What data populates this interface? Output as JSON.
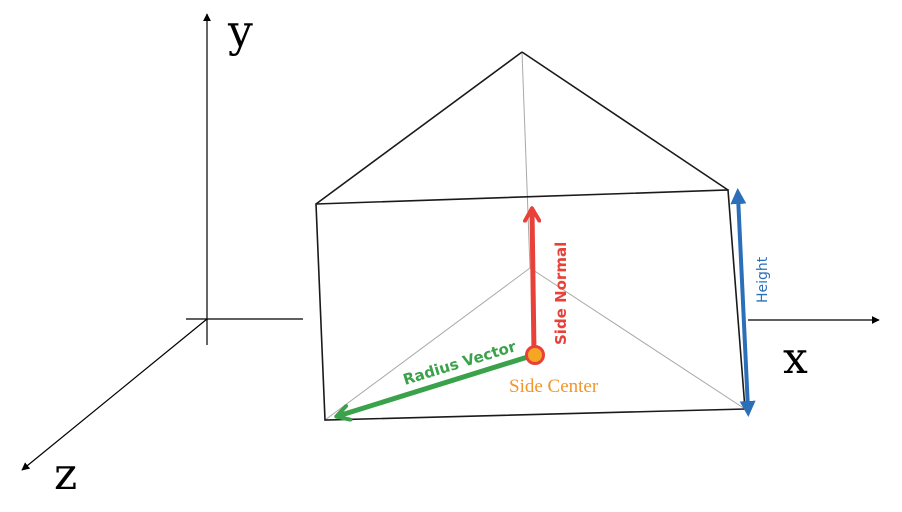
{
  "axes": {
    "x_label": "x",
    "y_label": "y",
    "z_label": "z"
  },
  "annotations": {
    "side_normal": "Side Normal",
    "radius_vector": "Radius Vector",
    "side_center": "Side Center",
    "height": "Height"
  },
  "colors": {
    "side_normal": "#e8413a",
    "radius_vector": "#3aa24a",
    "side_center_fill": "#f5a623",
    "side_center_stroke": "#e8413a",
    "side_center_text": "#f0962a",
    "height": "#2a6fb8"
  }
}
